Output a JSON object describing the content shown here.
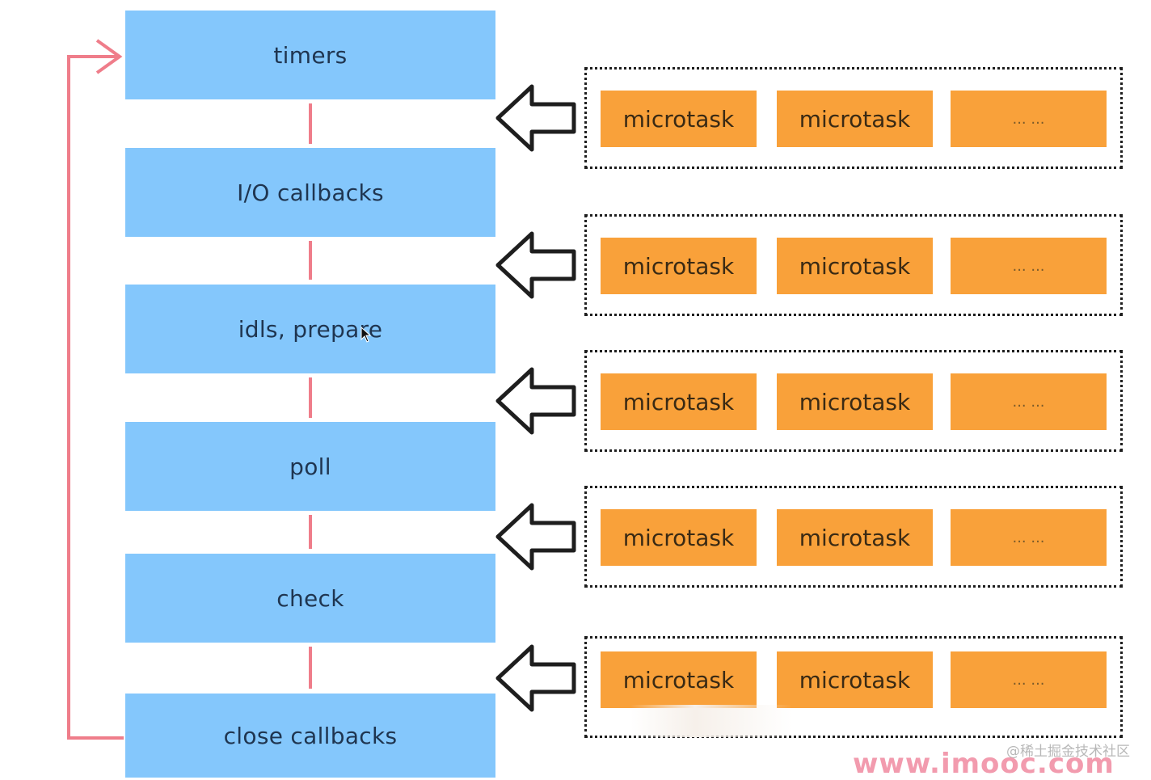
{
  "phases": [
    {
      "label": "timers"
    },
    {
      "label": "I/O callbacks"
    },
    {
      "label": "idls, prepare"
    },
    {
      "label": "poll"
    },
    {
      "label": "check"
    },
    {
      "label": "close callbacks"
    }
  ],
  "queues": [
    {
      "tasks": [
        "microtask",
        "microtask",
        "... ..."
      ]
    },
    {
      "tasks": [
        "microtask",
        "microtask",
        "... ..."
      ]
    },
    {
      "tasks": [
        "microtask",
        "microtask",
        "... ..."
      ]
    },
    {
      "tasks": [
        "microtask",
        "microtask",
        "... ..."
      ]
    },
    {
      "tasks": [
        "microtask",
        "microtask",
        "... ..."
      ]
    }
  ],
  "watermarks": {
    "community": "@稀土掘金技术社区",
    "site": "www.imooc.com"
  },
  "colors": {
    "phase_fill": "#84c7fc",
    "task_fill": "#f9a13a",
    "loop_line": "#ef7d8a"
  }
}
